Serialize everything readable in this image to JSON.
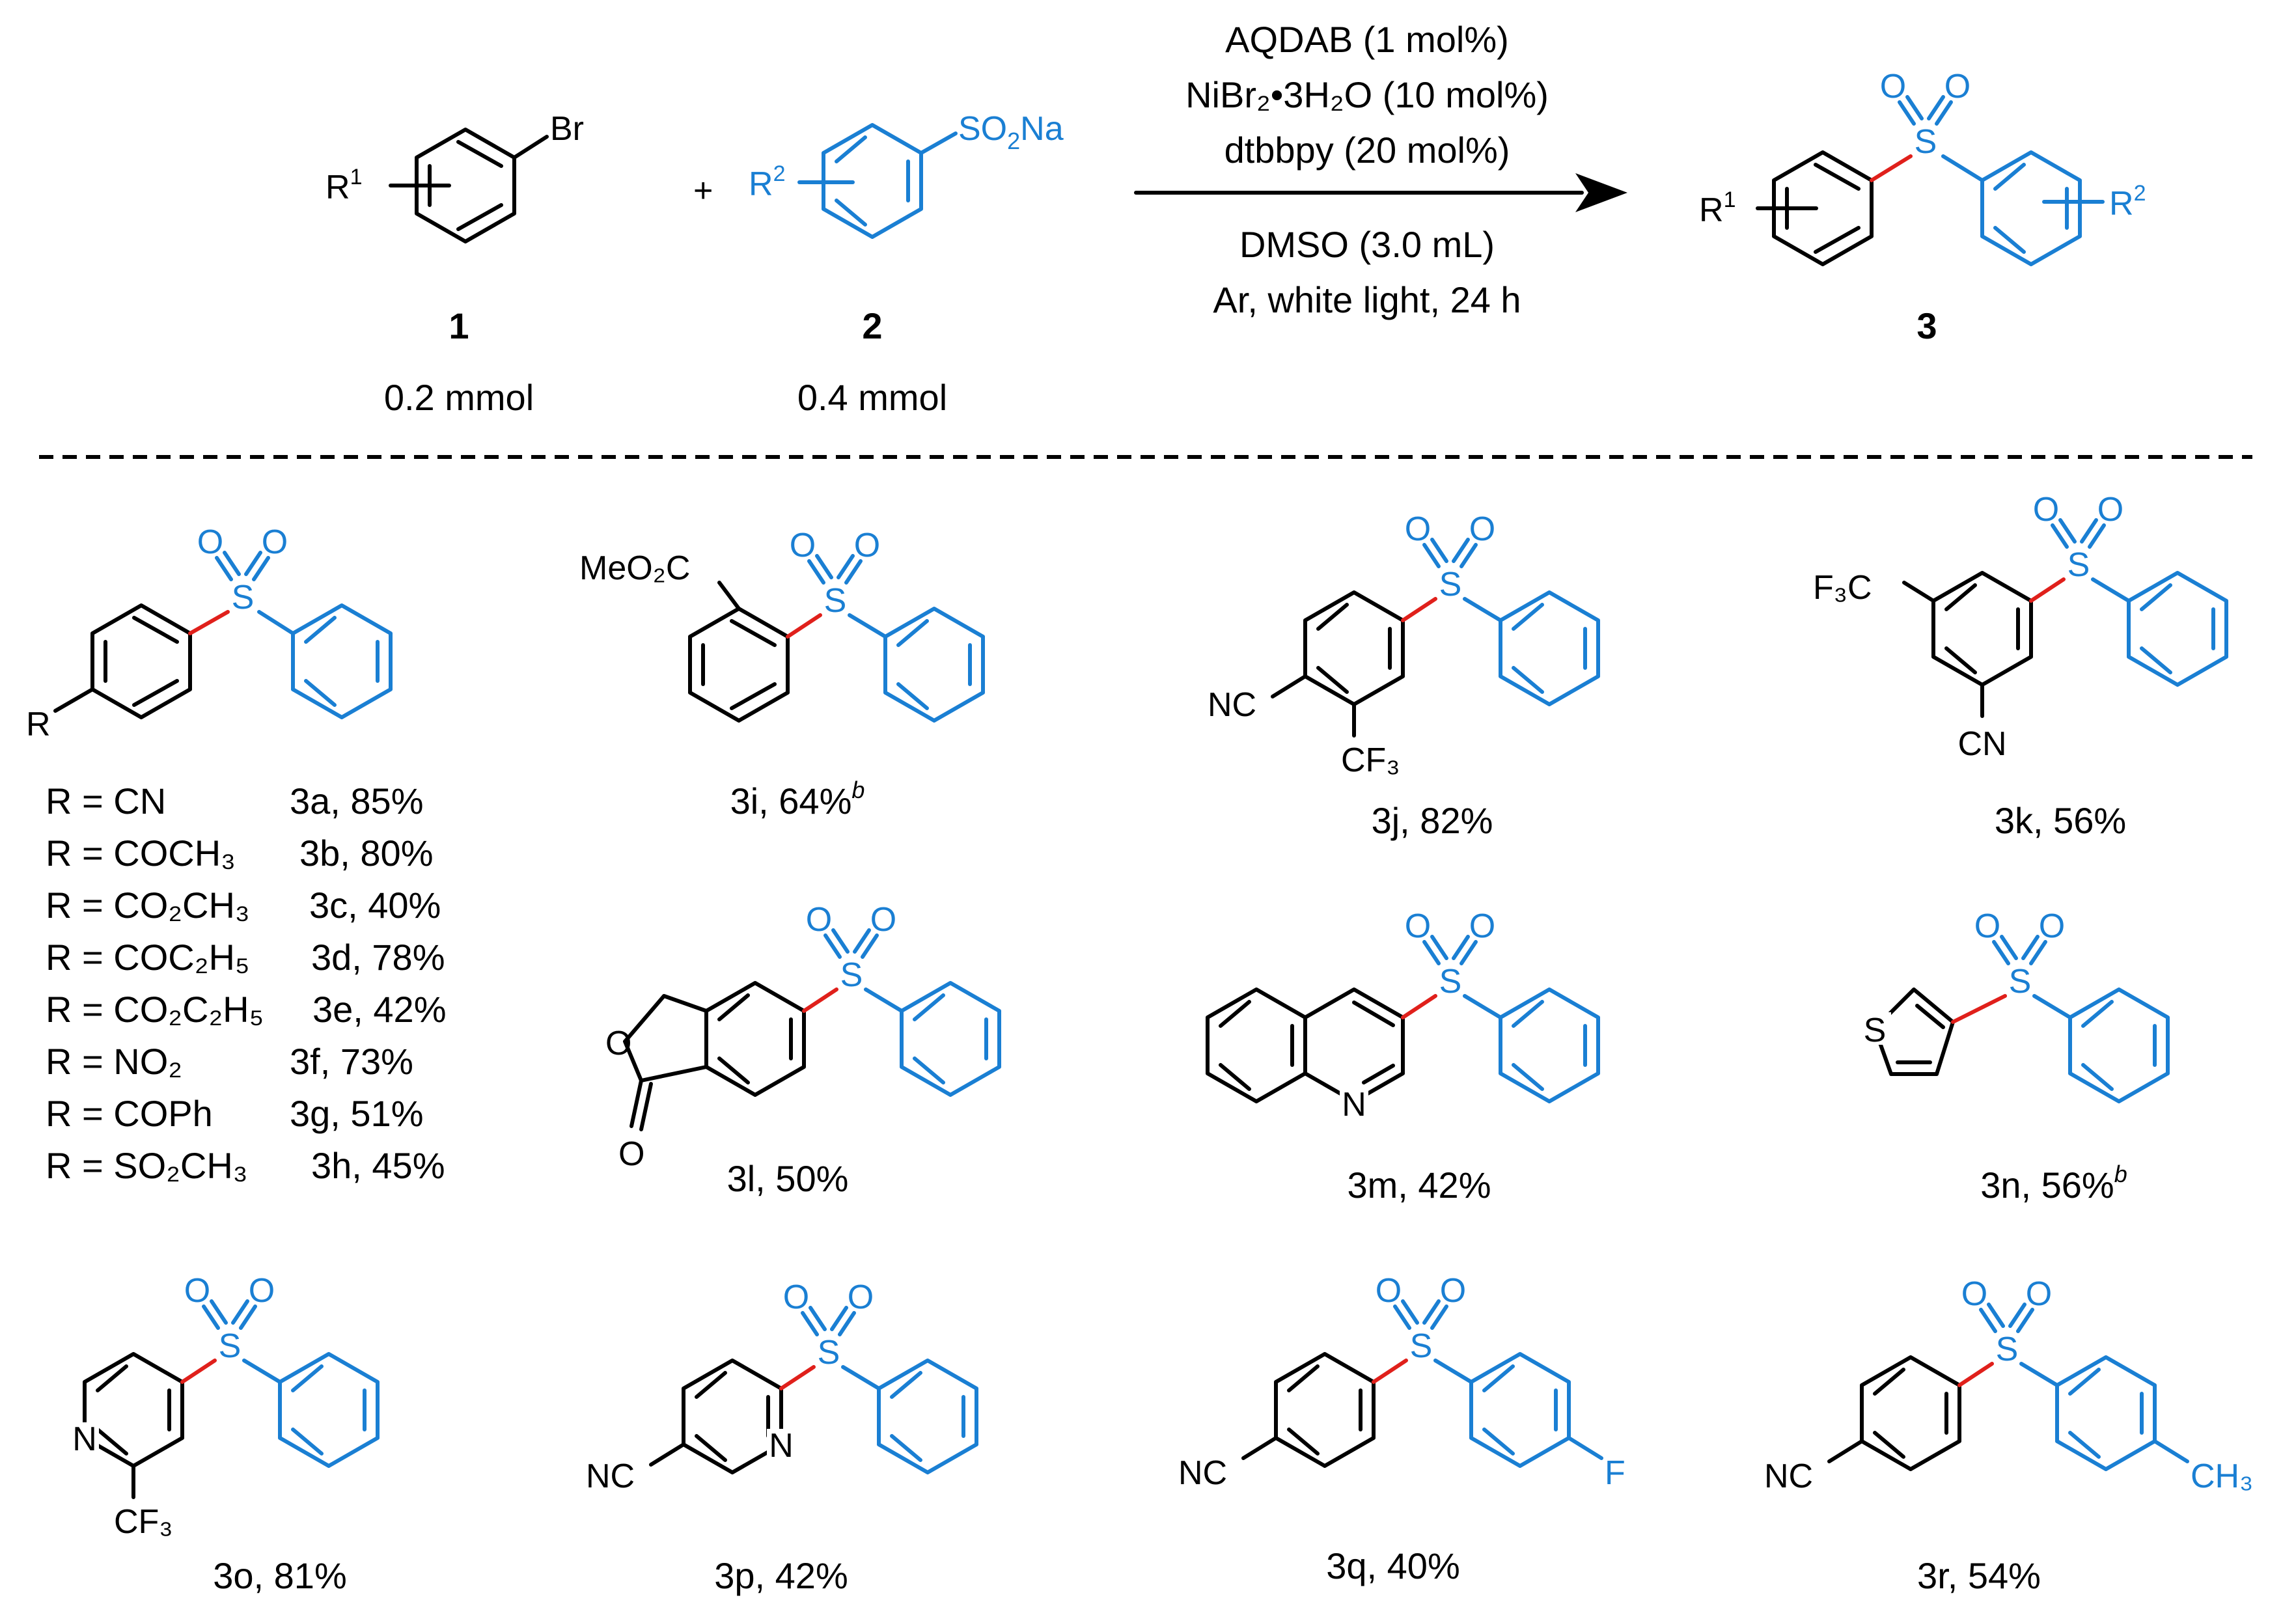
{
  "colors": {
    "new_bond": "#e0201b",
    "sulfinate_part": "#1a7fd3",
    "ink": "#000000"
  },
  "reaction": {
    "reactant1": {
      "substituent": "R",
      "substituent_sup": "1",
      "leaving_group": "Br",
      "number": "1",
      "amount": "0.2 mmol"
    },
    "plus": "+",
    "reactant2": {
      "substituent": "R",
      "substituent_sup": "2",
      "group": "SO",
      "group_sub": "2",
      "group_tail": "Na",
      "number": "2",
      "amount": "0.4 mmol"
    },
    "conditions_above": [
      "AQDAB (1 mol%)",
      "NiBr₂•3H₂O (10 mol%)",
      "dtbbpy (20 mol%)"
    ],
    "conditions_below": [
      "DMSO (3.0 mL)",
      "Ar, white light, 24 h"
    ],
    "product": {
      "left_sub": "R",
      "left_sup": "1",
      "right_sub": "R",
      "right_sup": "2",
      "number": "3"
    }
  },
  "atoms": {
    "S": "S",
    "O": "O",
    "N": "N"
  },
  "series": {
    "r_label": "R",
    "rows": [
      {
        "r": "R = CN",
        "entry": "3a, 85%"
      },
      {
        "r": "R = COCH₃",
        "entry": "3b, 80%"
      },
      {
        "r": "R = CO₂CH₃",
        "entry": "3c, 40%"
      },
      {
        "r": "R = COC₂H₅",
        "entry": "3d, 78%"
      },
      {
        "r": "R = CO₂C₂H₅",
        "entry": "3e, 42%"
      },
      {
        "r": "R = NO₂",
        "entry": "3f, 73%"
      },
      {
        "r": "R = COPh",
        "entry": "3g, 51%"
      },
      {
        "r": "R = SO₂CH₃",
        "entry": "3h, 45%"
      }
    ]
  },
  "substituents": {
    "MeO2C": "MeO₂C",
    "NC": "NC",
    "CN": "CN",
    "CF3": "CF₃",
    "F3C": "F₃C",
    "F": "F",
    "CH3": "CH₃"
  },
  "compounds": [
    {
      "label": "3i, 64%",
      "note": "b"
    },
    {
      "label": "3j, 82%"
    },
    {
      "label": "3k, 56%"
    },
    {
      "label": "3l, 50%"
    },
    {
      "label": "3m, 42%"
    },
    {
      "label": "3n, 56%",
      "note": "b"
    },
    {
      "label": "3o, 81%"
    },
    {
      "label": "3p, 42%"
    },
    {
      "label": "3q, 40%"
    },
    {
      "label": "3r, 54%"
    }
  ]
}
